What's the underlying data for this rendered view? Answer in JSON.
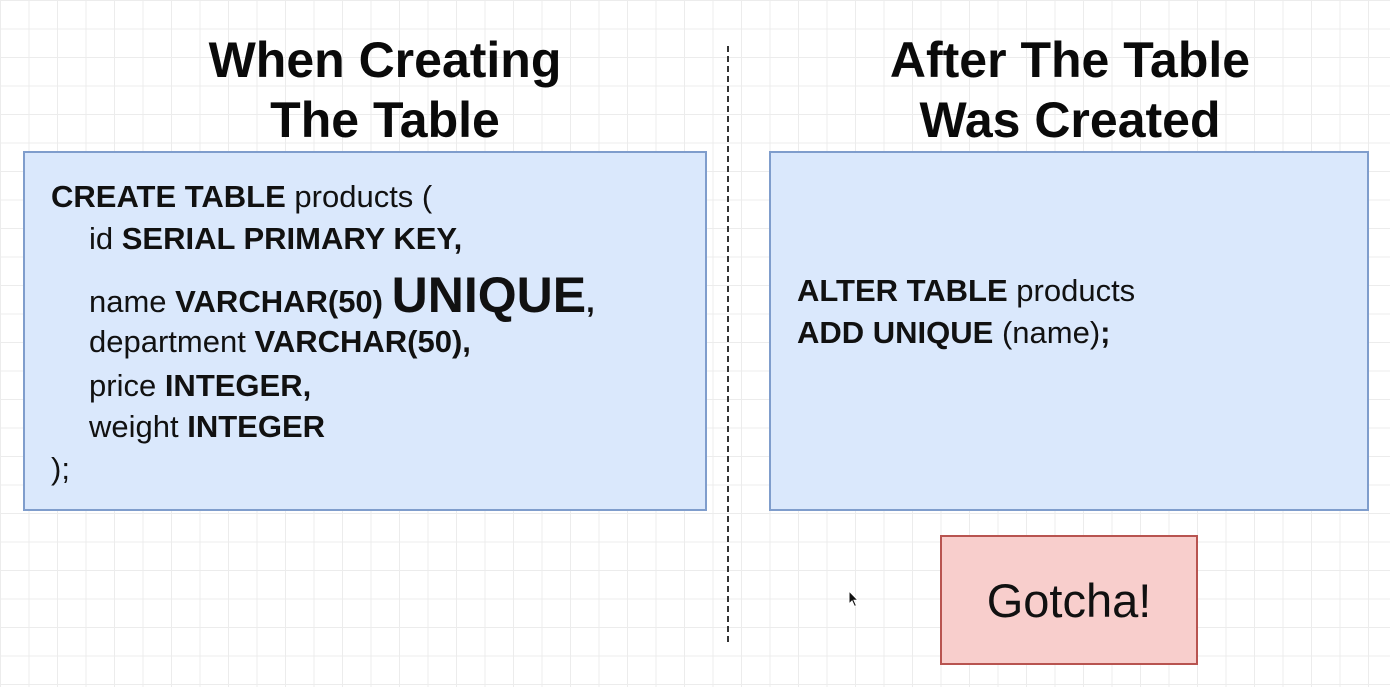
{
  "left_panel": {
    "heading_line1": "When Creating",
    "heading_line2": "The Table",
    "code": [
      [
        {
          "t": "CREATE TABLE",
          "b": true
        },
        {
          "t": " products ("
        }
      ],
      [
        {
          "t": "id "
        },
        {
          "t": "SERIAL PRIMARY KEY,",
          "b": true
        }
      ],
      [
        {
          "t": "name "
        },
        {
          "t": "VARCHAR(50) ",
          "b": true
        },
        {
          "t": "UNIQUE",
          "big": true
        },
        {
          "t": ",",
          "b": true
        }
      ],
      [
        {
          "t": "department "
        },
        {
          "t": "VARCHAR(50),",
          "b": true
        }
      ],
      [
        {
          "t": "price "
        },
        {
          "t": "INTEGER,",
          "b": true
        }
      ],
      [
        {
          "t": "weight "
        },
        {
          "t": "INTEGER",
          "b": true
        }
      ],
      [
        {
          "t": ");"
        }
      ]
    ]
  },
  "right_panel": {
    "heading_line1": "After The Table",
    "heading_line2": "Was Created",
    "code": [
      [
        {
          "t": "ALTER TABLE",
          "b": true
        },
        {
          "t": " products"
        }
      ],
      [
        {
          "t": "ADD UNIQUE",
          "b": true
        },
        {
          "t": " (name)"
        },
        {
          "t": ";",
          "b": true
        }
      ]
    ]
  },
  "note": {
    "label": "Gotcha!",
    "fill_color": "#f8cecc",
    "border_color": "#b85450"
  },
  "colors": {
    "code_box_fill": "#dae8fc",
    "code_box_border": "#7f9dcc"
  },
  "icons": {
    "cursor": "mouse-pointer-icon"
  }
}
